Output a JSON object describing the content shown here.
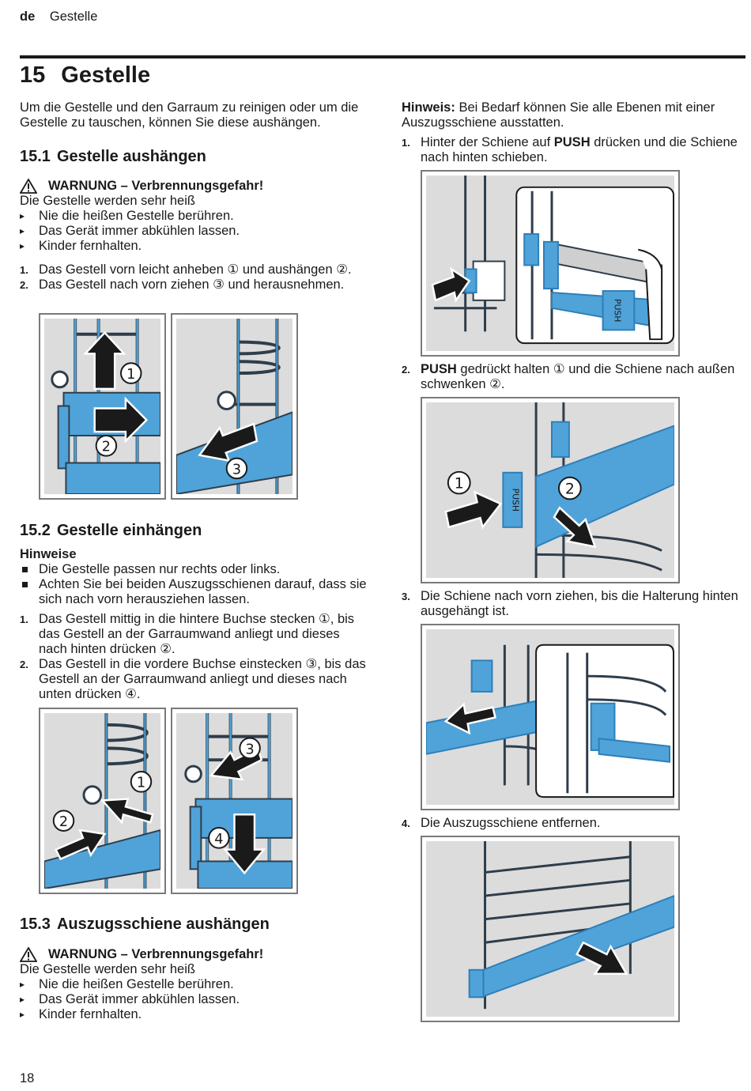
{
  "header": {
    "lang": "de",
    "section": "Gestelle"
  },
  "chapter": {
    "number": "15",
    "title": "Gestelle"
  },
  "intro": "Um die Gestelle und den Garraum zu reinigen oder um die Gestelle zu tauschen, können Sie diese aushängen.",
  "s1": {
    "number": "15.1",
    "title": "Gestelle aushängen",
    "warning": "WARNUNG – Verbrennungsgefahr!",
    "warning_text": "Die Gestelle werden sehr heiß",
    "bullets": [
      "Nie die heißen Gestelle berühren.",
      "Das Gerät immer abkühlen lassen.",
      "Kinder fernhalten."
    ],
    "steps": [
      {
        "n": "1.",
        "text": "Das Gestell vorn leicht anheben ① und aushängen ②."
      },
      {
        "n": "2.",
        "text": "Das Gestell nach vorn ziehen ③ und herausnehmen."
      }
    ]
  },
  "s2": {
    "number": "15.2",
    "title": "Gestelle einhängen",
    "notes_title": "Hinweise",
    "notes": [
      "Die Gestelle passen nur rechts oder links.",
      "Achten Sie bei beiden Auszugsschienen darauf, dass sie sich nach vorn herausziehen lassen."
    ],
    "steps": [
      {
        "n": "1.",
        "text": "Das Gestell mittig in die hintere Buchse stecken ①, bis das Gestell an der Garraumwand anliegt und dieses nach hinten drücken ②."
      },
      {
        "n": "2.",
        "text": "Das Gestell in die vordere Buchse einstecken ③, bis das Gestell an der Garraumwand anliegt und dieses nach unten drücken ④."
      }
    ]
  },
  "s3": {
    "number": "15.3",
    "title": "Auszugsschiene aushängen",
    "warning": "WARNUNG – Verbrennungsgefahr!",
    "warning_text": "Die Gestelle werden sehr heiß",
    "bullets": [
      "Nie die heißen Gestelle berühren.",
      "Das Gerät immer abkühlen lassen.",
      "Kinder fernhalten."
    ]
  },
  "right": {
    "hint_label": "Hinweis:",
    "hint_text": " Bei Bedarf können Sie alle Ebenen mit einer Auszugsschiene ausstatten.",
    "steps": [
      {
        "n": "1.",
        "pre": "Hinter der Schiene auf ",
        "bold": "PUSH",
        "post": " drücken und die Schiene nach hinten schieben."
      },
      {
        "n": "2.",
        "pre": "",
        "bold": "PUSH",
        "post": " gedrückt halten ① und die Schiene nach außen schwenken ②."
      },
      {
        "n": "3.",
        "pre": "Die Schiene nach vorn ziehen, bis die Halterung hinten ausgehängt ist.",
        "bold": "",
        "post": ""
      },
      {
        "n": "4.",
        "pre": "Die Auszugsschiene entfernen.",
        "bold": "",
        "post": ""
      }
    ]
  },
  "figure_labels": {
    "n1": "1",
    "n2": "2",
    "n3": "3",
    "n4": "4",
    "push": "PUSH"
  },
  "page_number": "18",
  "colors": {
    "rail": "#4fa3d9",
    "rail_dark": "#2e7fb8",
    "wire": "#2f3d4a",
    "bg": "#dcdcdc"
  }
}
